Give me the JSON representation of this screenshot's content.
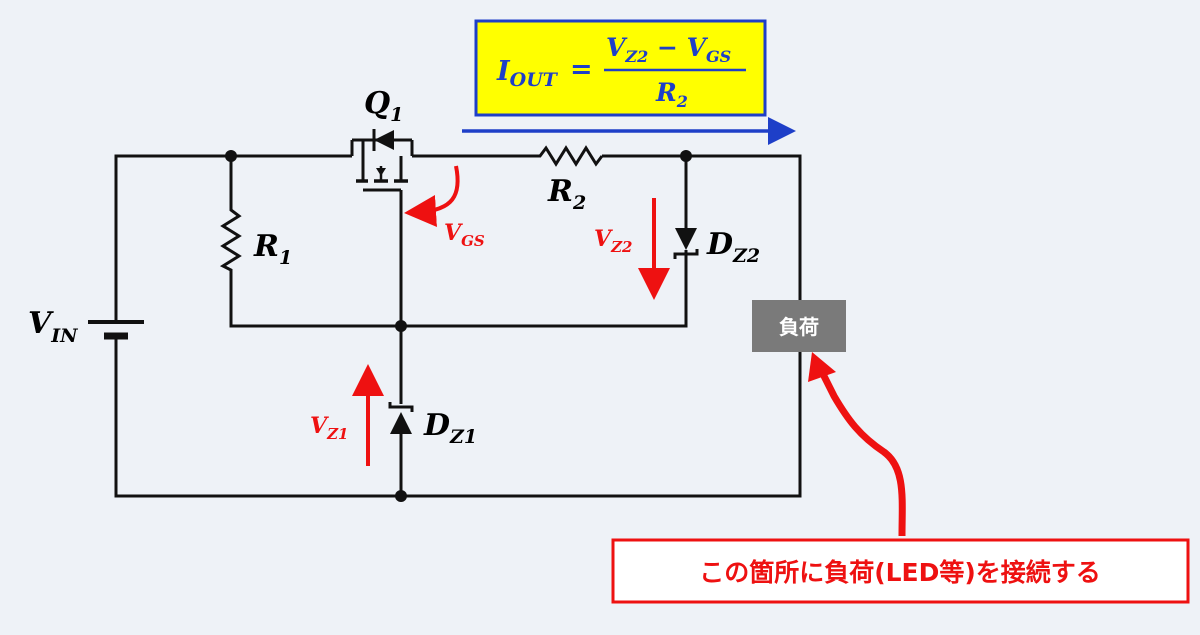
{
  "formula": {
    "lhs": "I",
    "lhs_sub": "OUT",
    "equals": "=",
    "num_a": "V",
    "num_a_sub": "Z2",
    "minus": "−",
    "num_b": "V",
    "num_b_sub": "GS",
    "den": "R",
    "den_sub": "2"
  },
  "labels": {
    "q1": "Q",
    "q1_sub": "1",
    "r1": "R",
    "r1_sub": "1",
    "r2": "R",
    "r2_sub": "2",
    "vin": "V",
    "vin_sub": "IN",
    "dz1": "D",
    "dz1_sub": "Z1",
    "dz2": "D",
    "dz2_sub": "Z2",
    "vgs": "V",
    "vgs_sub": "GS",
    "vz1": "V",
    "vz1_sub": "Z1",
    "vz2": "V",
    "vz2_sub": "Z2"
  },
  "load": {
    "label": "負荷"
  },
  "note": {
    "text": "この箇所に負荷(LED等)を接続する"
  },
  "colors": {
    "wire": "#111111",
    "red": "#ee1111",
    "blue": "#1e3fc8",
    "formula_box": "#ffff00",
    "load_box": "#7a7a7a"
  }
}
